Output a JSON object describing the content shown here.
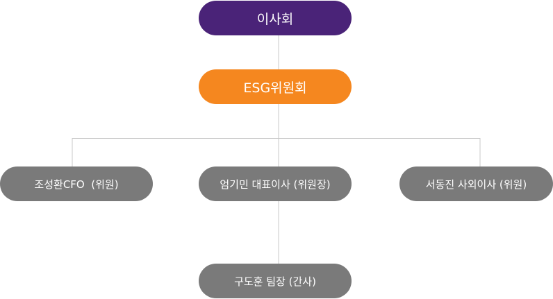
{
  "org": {
    "board": "이사회",
    "committee": "ESG위원회",
    "members": {
      "left": "조성환CFO  (위원)",
      "center": "엄기민 대표이사 (위원장)",
      "right": "서동진 사외이사 (위원)"
    },
    "secretary": "구도훈 팀장 (간사)"
  },
  "colors": {
    "board": "#4a2378",
    "committee": "#f5871f",
    "member": "#7a7a7a",
    "connector": "#c8c8c8"
  }
}
